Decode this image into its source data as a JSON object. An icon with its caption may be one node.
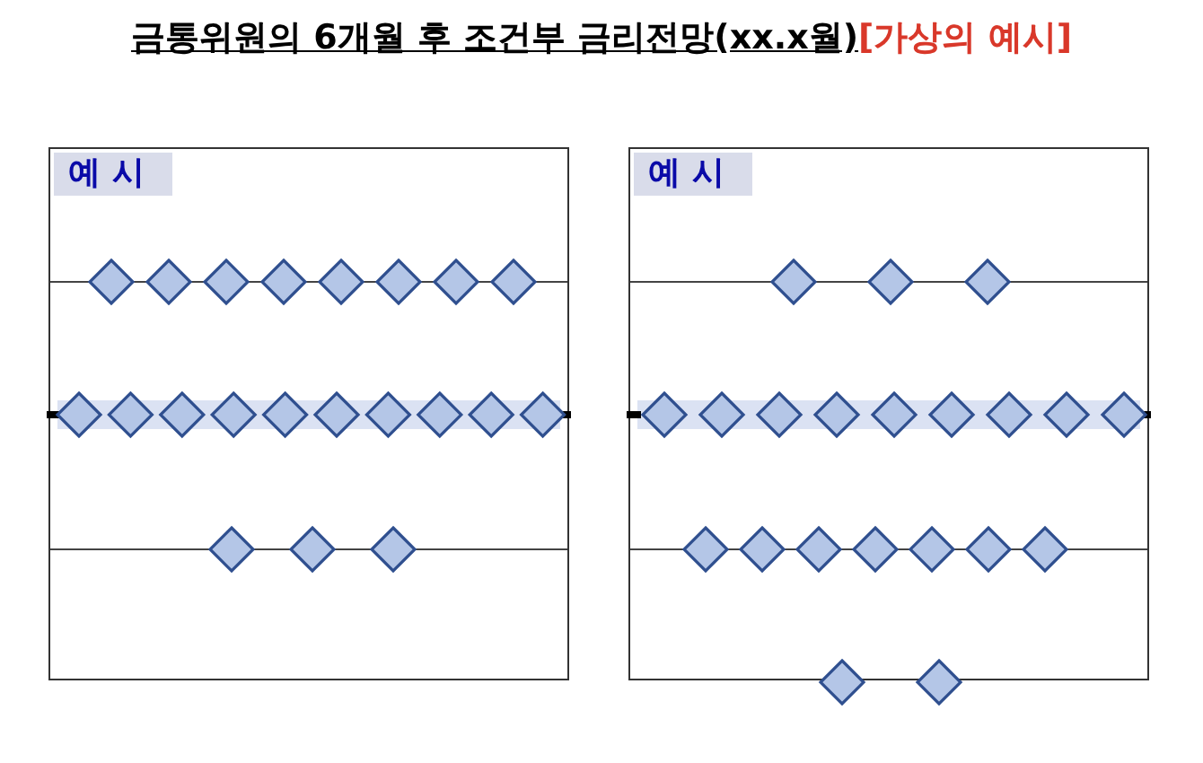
{
  "diagram": {
    "title": "금통위원의 6개월 후 조건부 금리전망(xx.x월)",
    "nodes": [
      {
        "text": [
          "예 시"
        ]
      },
      {
        "text": [
          "예 시"
        ]
      }
    ],
    "labels": [
      "[가상의 예시]"
    ]
  }
}
